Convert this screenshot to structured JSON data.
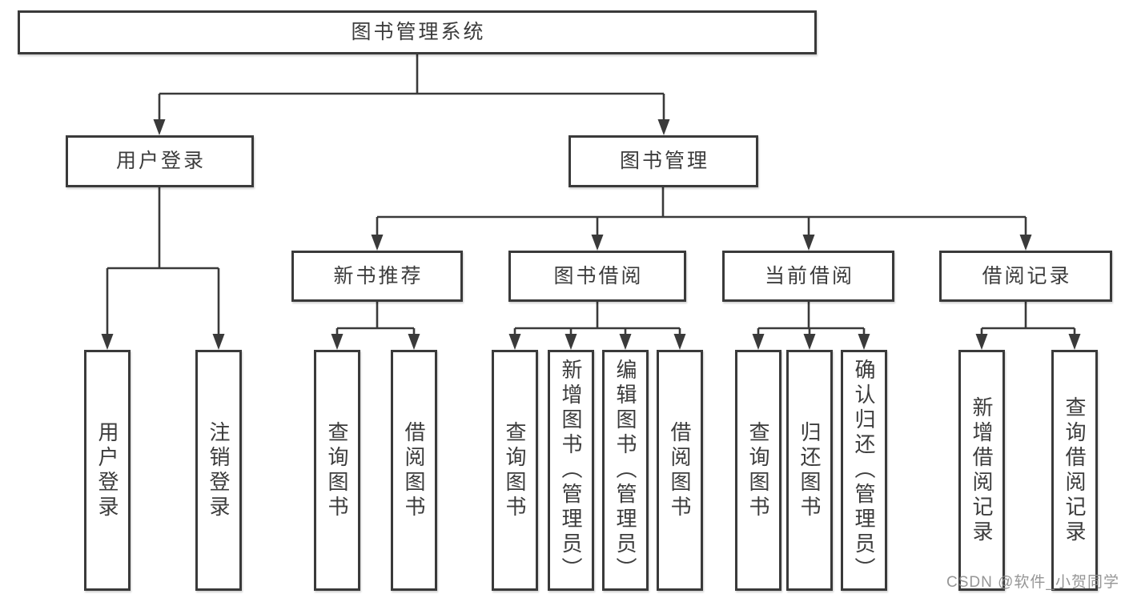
{
  "diagram": {
    "type": "hierarchy-tree",
    "colors": {
      "line": "#3a3a3a",
      "border": "#3a3a3a",
      "text": "#3c3c3c",
      "background": "#ffffff",
      "watermark": "#8b8b8b"
    },
    "watermark": "CSDN @软件_小贺同学",
    "nodes": {
      "root": {
        "label": "图书管理系统"
      },
      "user_login": {
        "label": "用户登录"
      },
      "book_mgmt": {
        "label": "图书管理"
      },
      "new_book_rec": {
        "label": "新书推荐"
      },
      "book_borrow": {
        "label": "图书借阅"
      },
      "current_borrow": {
        "label": "当前借阅"
      },
      "borrow_record": {
        "label": "借阅记录"
      },
      "leaf_user_login": {
        "label": "用户登录"
      },
      "leaf_logout": {
        "label": "注销登录"
      },
      "leaf_query_book_1": {
        "label": "查询图书"
      },
      "leaf_borrow_book_1": {
        "label": "借阅图书"
      },
      "leaf_query_book_2": {
        "label": "查询图书"
      },
      "leaf_add_book": {
        "label": "新增图书（管理员）"
      },
      "leaf_edit_book": {
        "label": "编辑图书（管理员）"
      },
      "leaf_borrow_book_2": {
        "label": "借阅图书"
      },
      "leaf_query_book_3": {
        "label": "查询图书"
      },
      "leaf_return_book": {
        "label": "归还图书"
      },
      "leaf_confirm_return": {
        "label": "确认归还（管理员）"
      },
      "leaf_add_record": {
        "label": "新增借阅记录"
      },
      "leaf_query_record": {
        "label": "查询借阅记录"
      }
    },
    "hierarchy": {
      "图书管理系统": {
        "用户登录": [
          "用户登录",
          "注销登录"
        ],
        "图书管理": {
          "新书推荐": [
            "查询图书",
            "借阅图书"
          ],
          "图书借阅": [
            "查询图书",
            "新增图书（管理员）",
            "编辑图书（管理员）",
            "借阅图书"
          ],
          "当前借阅": [
            "查询图书",
            "归还图书",
            "确认归还（管理员）"
          ],
          "借阅记录": [
            "新增借阅记录",
            "查询借阅记录"
          ]
        }
      }
    }
  }
}
